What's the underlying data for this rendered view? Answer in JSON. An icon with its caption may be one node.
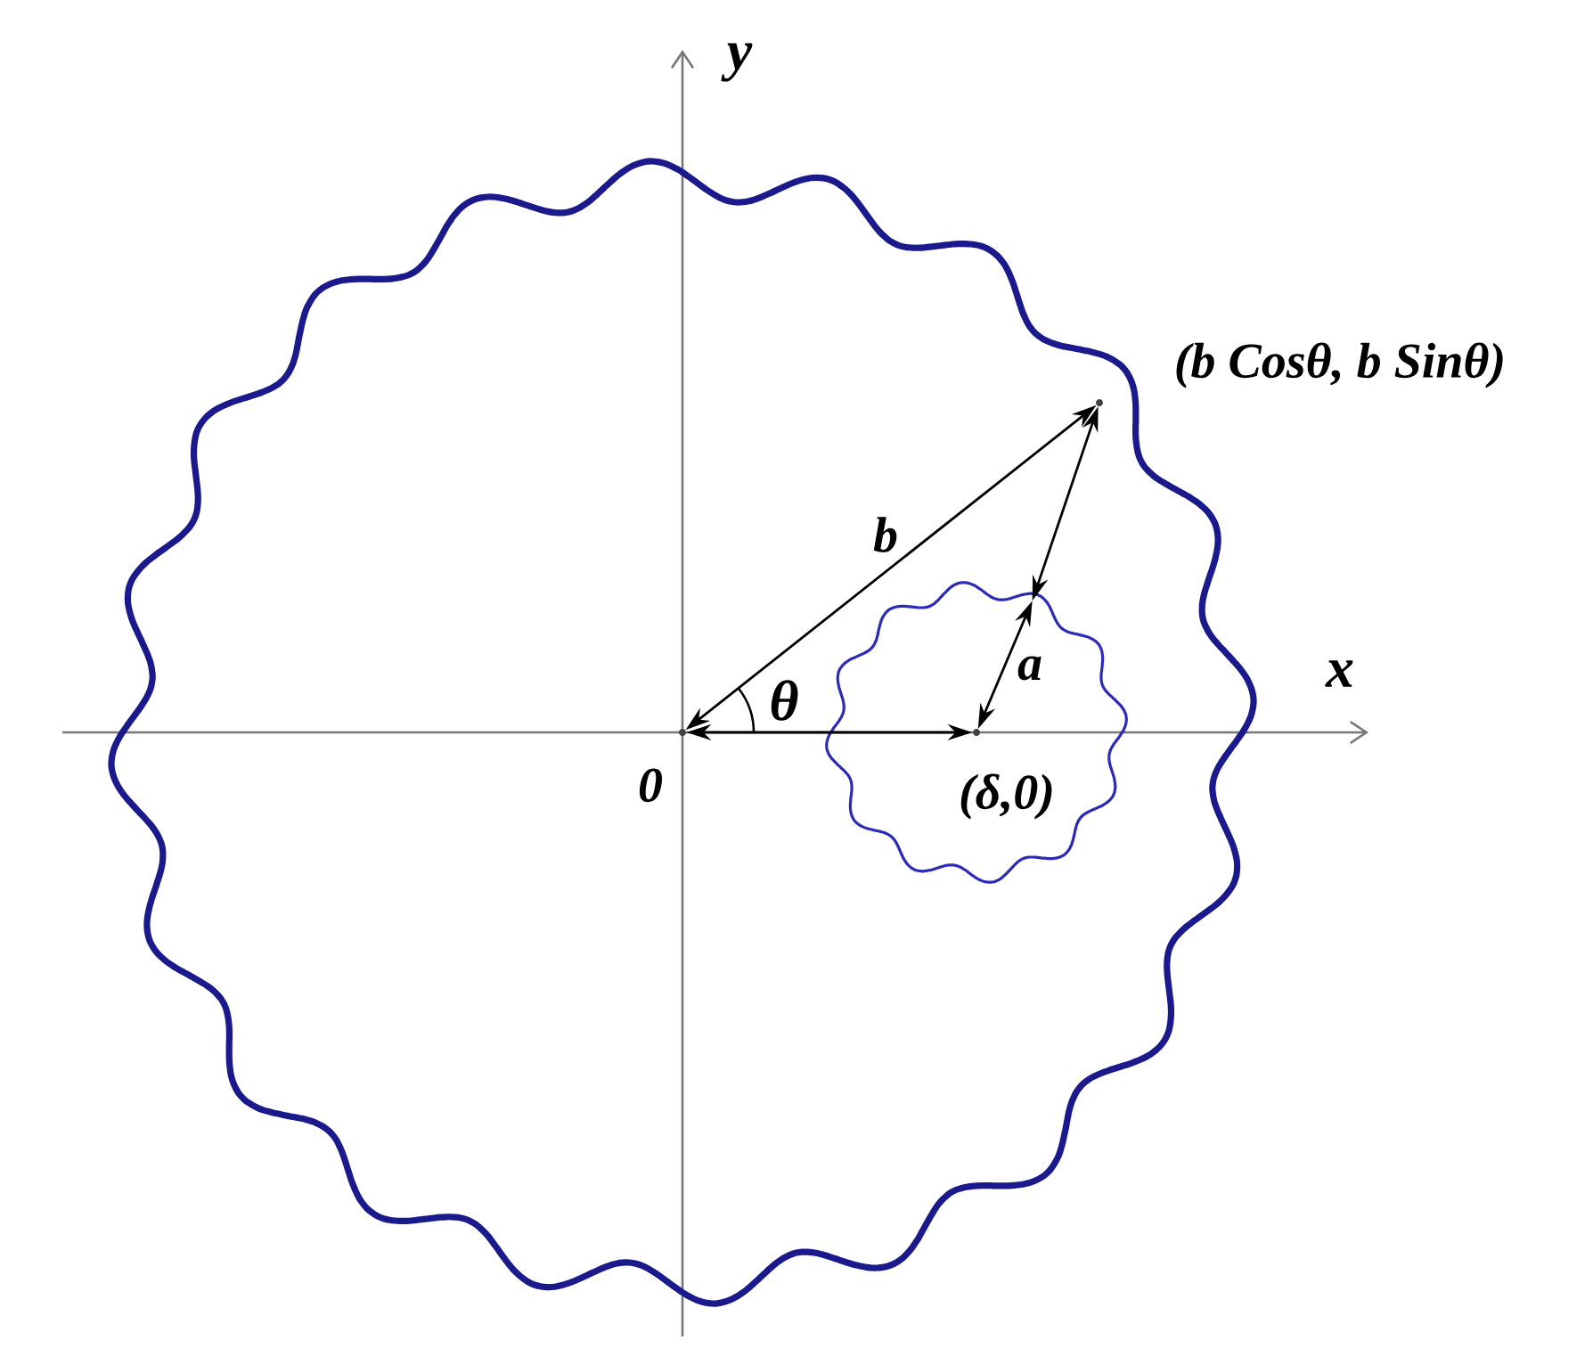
{
  "diagram": {
    "nodes": [
      {
        "text": [],
        "shape": "circle"
      },
      {
        "text": [],
        "shape": "dot",
        "in": 0,
        "beside": [
          "0"
        ]
      },
      {
        "text": [],
        "shape": "dot",
        "in": 0,
        "beside": [
          "(b Cosθ, b Sinθ)"
        ]
      },
      {
        "text": [],
        "shape": "circle",
        "in": 0
      },
      {
        "text": [],
        "shape": "dot",
        "in": 3,
        "beside": [
          "(δ,0)"
        ]
      }
    ],
    "edges": [
      {
        "from": 1,
        "to": 2,
        "arrow": "both",
        "label": "b"
      },
      {
        "from": 2,
        "to": 3,
        "arrow": "both"
      },
      {
        "from": 3,
        "to": 4,
        "arrow": "both",
        "label": "a"
      },
      {
        "from": 1,
        "to": 4,
        "arrow": "both"
      }
    ],
    "labels": [
      "y",
      "x",
      "θ"
    ]
  }
}
